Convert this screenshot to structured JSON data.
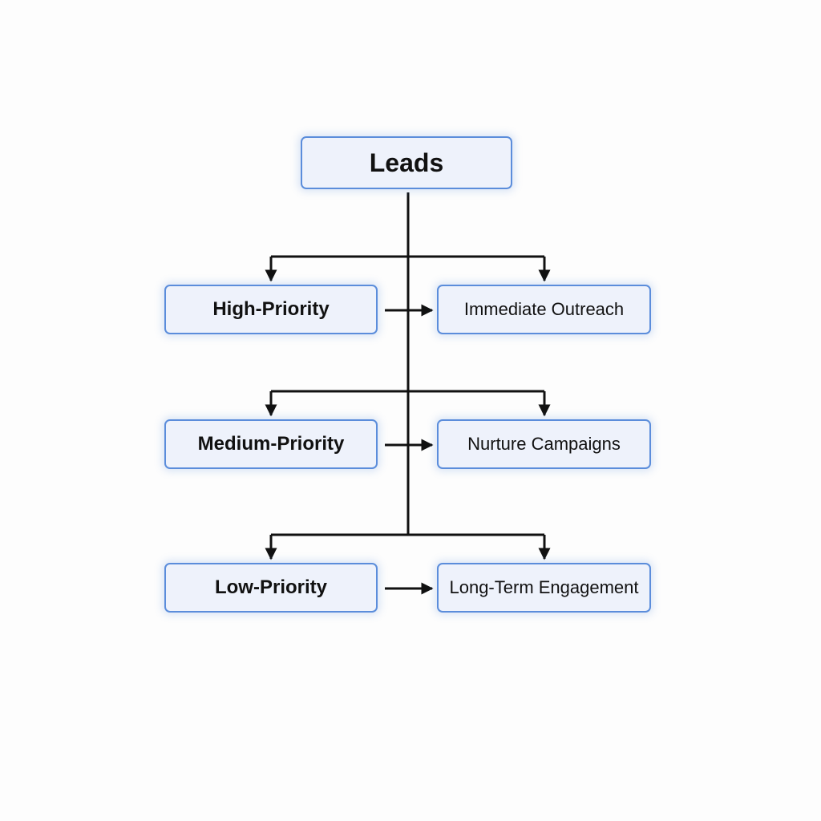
{
  "root": {
    "label": "Leads"
  },
  "tiers": [
    {
      "priority": "High-Priority",
      "action": "Immediate Outreach"
    },
    {
      "priority": "Medium-Priority",
      "action": "Nurture Campaigns"
    },
    {
      "priority": "Low-Priority",
      "action": "Long-Term Engagement"
    }
  ],
  "colors": {
    "box_fill": "#eef2fb",
    "box_border": "#5b8ddb",
    "line": "#111111"
  }
}
